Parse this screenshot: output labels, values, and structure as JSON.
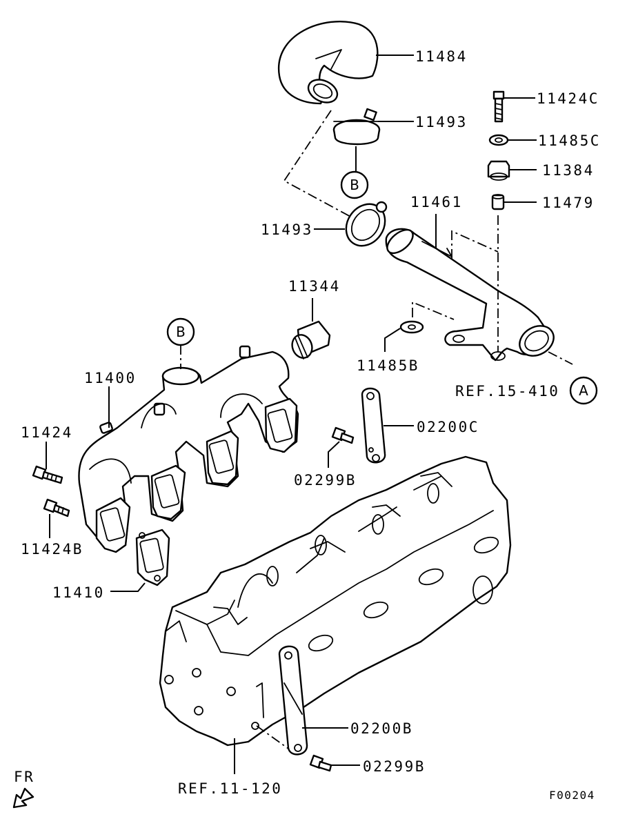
{
  "labels": {
    "p11484": "11484",
    "p11493_top": "11493",
    "p11424C": "11424C",
    "p11485C": "11485C",
    "p11384": "11384",
    "p11479": "11479",
    "p11461": "11461",
    "p11493_mid": "11493",
    "p11344": "11344",
    "p11485B": "11485B",
    "ref_15_410": "REF.15-410",
    "p11400": "11400",
    "p11424": "11424",
    "p11424B": "11424B",
    "p02200C": "02200C",
    "p02299B_top": "02299B",
    "p11410": "11410",
    "p02200B": "02200B",
    "p02299B_bottom": "02299B",
    "ref_11_120": "REF.11-120",
    "fr": "FR",
    "figure_code": "F00204"
  },
  "callouts": {
    "A": "A",
    "B_top": "B",
    "B_manifold": "B"
  }
}
